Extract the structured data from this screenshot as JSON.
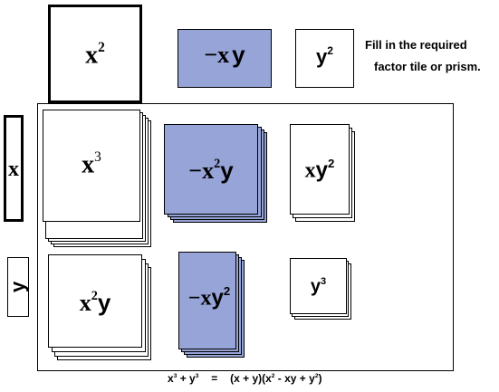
{
  "instructions": {
    "line1": "Fill in the required",
    "line2": "factor tile or prism."
  },
  "top_tiles": {
    "x2": {
      "base": "x",
      "exp": "2"
    },
    "neg_xy": {
      "sign": "−",
      "x": "x",
      "y": "y"
    },
    "y2": {
      "base": "y",
      "exp": "2"
    }
  },
  "side_tiles": {
    "x": "x",
    "y": "y"
  },
  "prisms": {
    "x3": {
      "base": "x",
      "exp": "3"
    },
    "neg_x2y": {
      "sign": "−",
      "x": "x",
      "x_exp": "2",
      "y": "y"
    },
    "xy2": {
      "x": "x",
      "y": "y",
      "y_exp": "2"
    },
    "x2y": {
      "x": "x",
      "x_exp": "2",
      "y": "y"
    },
    "neg_xy2": {
      "sign": "−",
      "x": "x",
      "y": "y",
      "y_exp": "2"
    },
    "y3": {
      "base": "y",
      "exp": "3"
    }
  },
  "equation": {
    "lhs_x": "x",
    "lhs_x_exp": "3",
    "plus": " + ",
    "lhs_y": "y",
    "lhs_y_exp": "3",
    "equals": "=",
    "rhs_part1": "(x + y)(x",
    "rhs_exp1": "2",
    "rhs_part2": " - xy + y",
    "rhs_exp2": "2",
    "rhs_part3": ")"
  }
}
